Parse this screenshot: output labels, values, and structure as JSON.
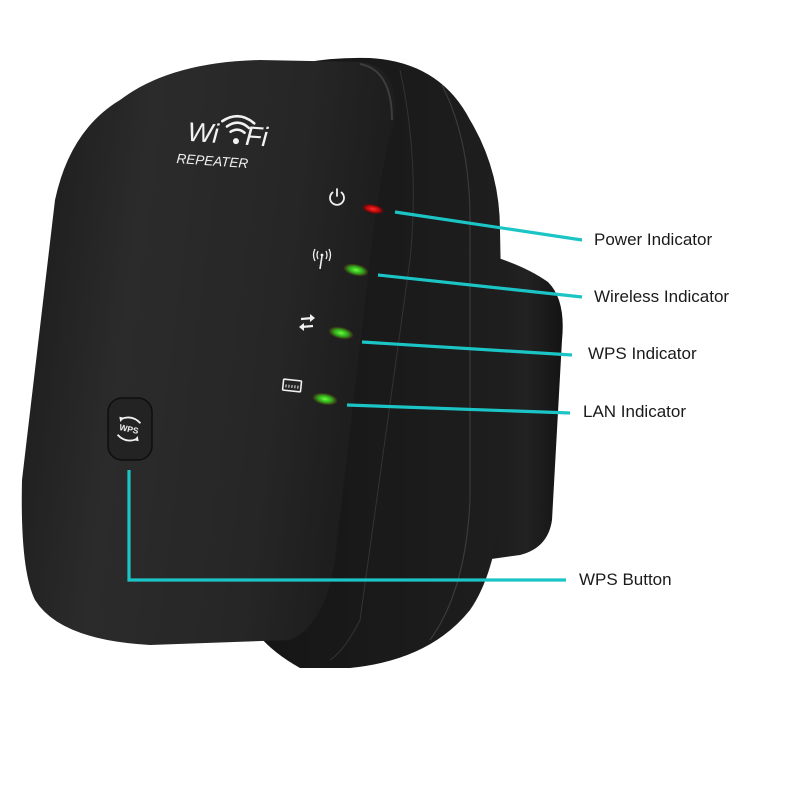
{
  "device": {
    "brand_left": "Wi",
    "brand_right": "Fi",
    "subtitle": "REPEATER",
    "button_text": "WPS",
    "body_color": "#1c1c1c",
    "face_color": "#262626"
  },
  "indicators": [
    {
      "name": "power",
      "label": "Power Indicator",
      "icon": "power-icon",
      "led_color": "#ff1a1a"
    },
    {
      "name": "wireless",
      "label": "Wireless Indicator",
      "icon": "antenna-signal-icon",
      "led_color": "#3dd62a"
    },
    {
      "name": "wps",
      "label": "WPS Indicator",
      "icon": "sync-arrows-icon",
      "led_color": "#3dd62a"
    },
    {
      "name": "lan",
      "label": "LAN Indicator",
      "icon": "ethernet-port-icon",
      "led_color": "#3dd62a"
    }
  ],
  "button_callout": {
    "label": "WPS Button",
    "icon": "wps-icon"
  },
  "colors": {
    "leader_line": "#1cc5c5",
    "background": "#ffffff",
    "label_text": "#1a1a1a"
  }
}
